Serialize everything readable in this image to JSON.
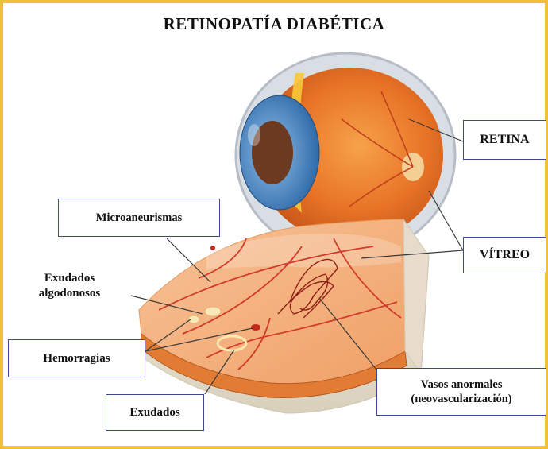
{
  "title": "RETINOPATÍA DIABÉTICA",
  "labels": {
    "retina": "RETINA",
    "vitreo": "VÍTREO",
    "microaneurismas": "Microaneurismas",
    "exudados_algodonosos_1": "Exudados",
    "exudados_algodonosos_2": "algodonosos",
    "hemorragias": "Hemorragias",
    "exudados": "Exudados",
    "vasos_anormales_1": "Vasos anormales",
    "vasos_anormales_2": "(neovascularización)"
  },
  "colors": {
    "frame": "#f2bf3a",
    "label_border": "#3a4a8c",
    "retina_tissue": "#f2a26a",
    "vessels": "#d23a2a",
    "iris": "#3f7fc0",
    "vitreous": "#e9762c"
  }
}
